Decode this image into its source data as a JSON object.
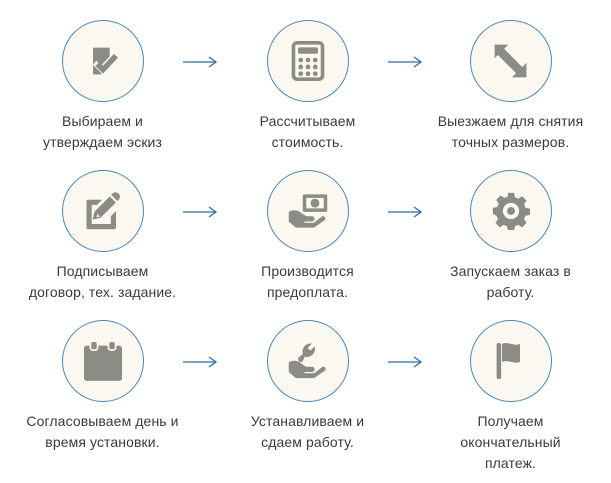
{
  "theme": {
    "circle_border_color": "#4e87b6",
    "circle_fill_color": "#faf8f1",
    "icon_color": "#8c8c86",
    "text_color": "#3a3a3a",
    "arrow_color": "#2f6da3",
    "background_color": "#ffffff"
  },
  "steps": [
    {
      "id": 1,
      "icon": "document-check-icon",
      "lines": [
        "Выбираем и",
        "утверждаем эскиз"
      ],
      "has_arrow_after": true
    },
    {
      "id": 2,
      "icon": "calculator-icon",
      "lines": [
        "Рассчитываем",
        "стоимость."
      ],
      "has_arrow_after": true
    },
    {
      "id": 3,
      "icon": "diagonal-resize-arrow-icon",
      "lines": [
        "Выезжаем для снятия",
        "точных размеров."
      ],
      "has_arrow_after": false
    },
    {
      "id": 4,
      "icon": "edit-pencil-icon",
      "lines": [
        "Подписываем",
        "договор, тех. задание."
      ],
      "has_arrow_after": true
    },
    {
      "id": 5,
      "icon": "hand-money-icon",
      "lines": [
        "Производится",
        "предоплата."
      ],
      "has_arrow_after": true
    },
    {
      "id": 6,
      "icon": "gear-icon",
      "lines": [
        "Запускаем заказ в",
        "работу."
      ],
      "has_arrow_after": false
    },
    {
      "id": 7,
      "icon": "calendar-icon",
      "lines": [
        "Согласовываем день и",
        "время установки."
      ],
      "has_arrow_after": true
    },
    {
      "id": 8,
      "icon": "hand-wrench-icon",
      "lines": [
        "Устанавливаем и",
        "сдаем работу."
      ],
      "has_arrow_after": true
    },
    {
      "id": 9,
      "icon": "flag-icon",
      "lines": [
        "Получаем",
        "окончательный",
        "платеж."
      ],
      "has_arrow_after": false
    }
  ]
}
